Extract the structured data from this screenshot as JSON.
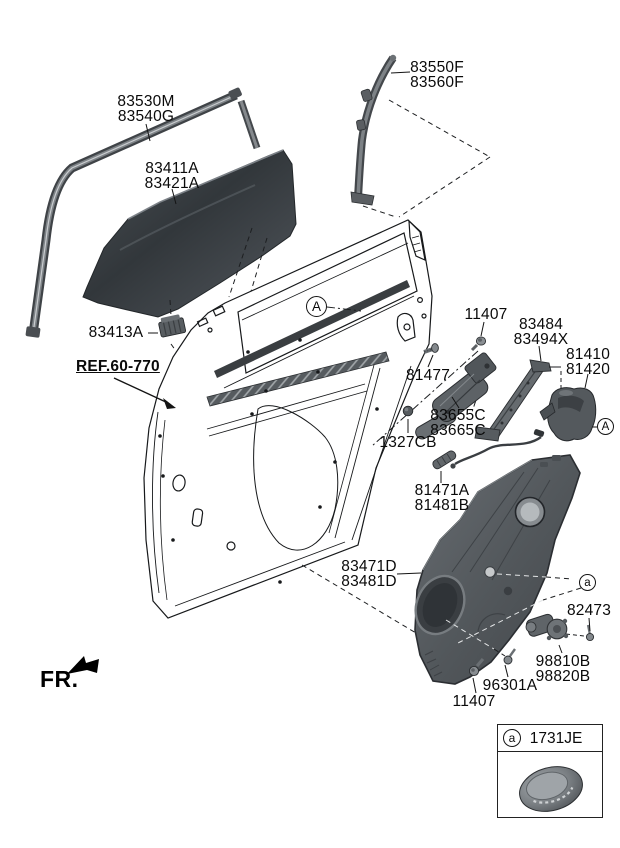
{
  "diagram": {
    "fr_label": "FR.",
    "ref_label": "REF.60-770",
    "markers": {
      "section_upper": "A",
      "section_latch": "A",
      "grommet_marker": "a"
    },
    "legend": {
      "marker": "a",
      "code": "1731JE"
    },
    "callouts": {
      "window_run": {
        "line1": "83530M",
        "line2": "83540G"
      },
      "division_channel": {
        "line1": "83550F",
        "line2": "83560F"
      },
      "door_glass": {
        "line1": "83411A",
        "line2": "83421A"
      },
      "glass_clip": {
        "line1": "83413A"
      },
      "bolt_upper": {
        "line1": "11407"
      },
      "latch_bracket": {
        "line1": "83484",
        "line2": "83494X"
      },
      "door_latch": {
        "line1": "81410",
        "line2": "81420"
      },
      "handle_screw": {
        "line1": "81477"
      },
      "outside_handle": {
        "line1": "83655C",
        "line2": "83665C"
      },
      "handle_nut": {
        "line1": "1327CB"
      },
      "cable_bracket": {
        "line1": "81471A",
        "line2": "81481B"
      },
      "module_panel": {
        "line1": "83471D",
        "line2": "83481D"
      },
      "module_screw": {
        "line1": "82473"
      },
      "window_motor": {
        "line1": "98810B",
        "line2": "98820B"
      },
      "motor_screw": {
        "line1": "96301A"
      },
      "bolt_lower": {
        "line1": "11407"
      }
    }
  }
}
